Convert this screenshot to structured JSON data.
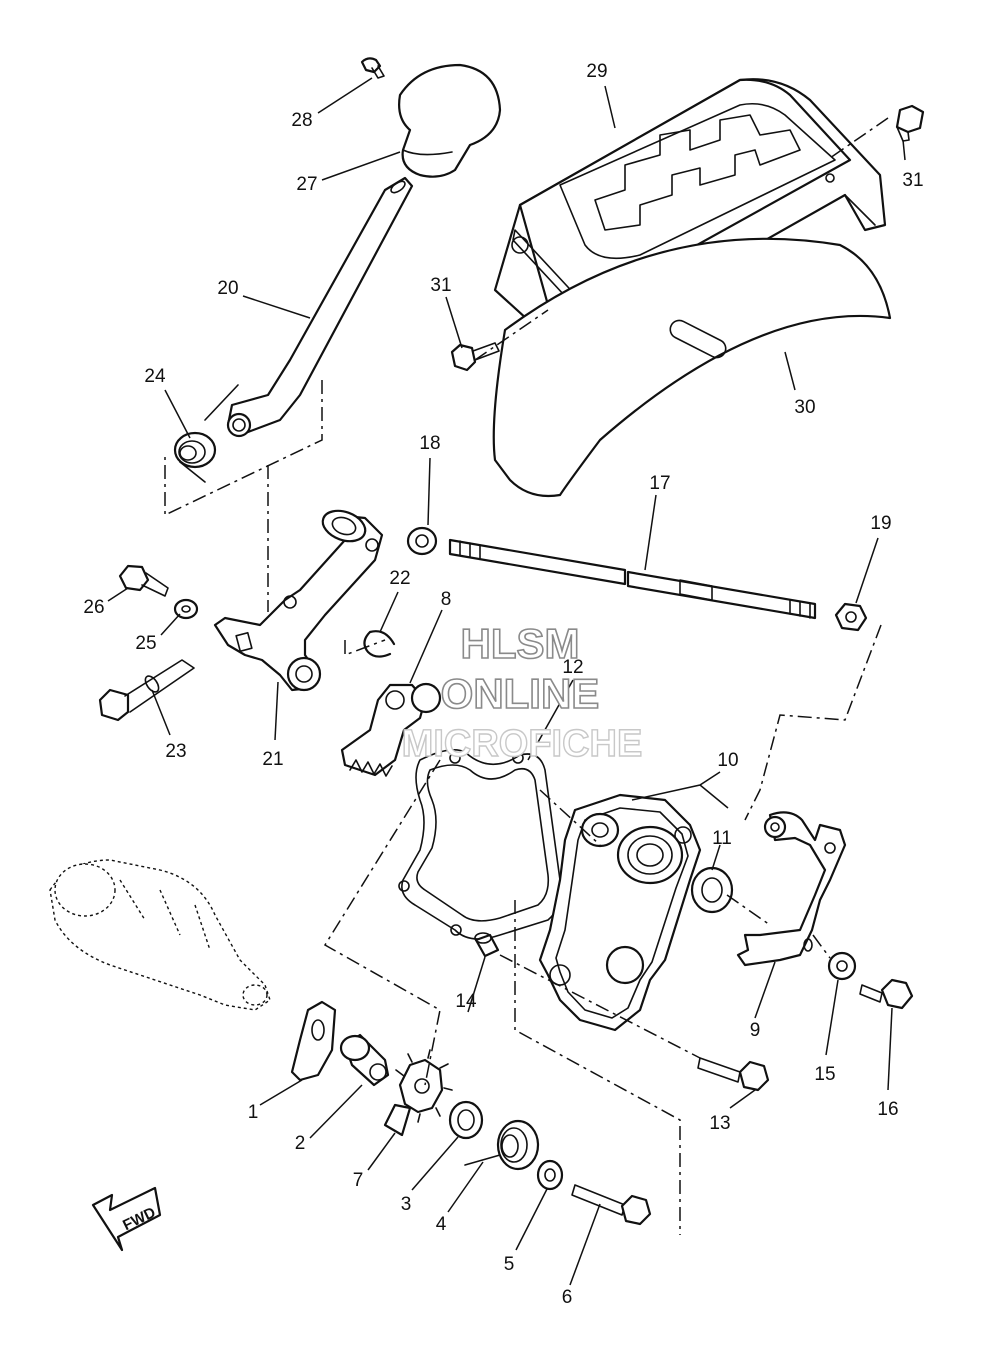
{
  "watermark": {
    "line1": "HLSM",
    "line2": "ONLINE",
    "line3": "MICROFICHE"
  },
  "direction_label": "FWD",
  "callouts": [
    "1",
    "2",
    "3",
    "4",
    "5",
    "6",
    "7",
    "8",
    "9",
    "10",
    "11",
    "12",
    "13",
    "14",
    "15",
    "16",
    "17",
    "18",
    "19",
    "20",
    "21",
    "22",
    "23",
    "24",
    "25",
    "26",
    "27",
    "28",
    "29",
    "30",
    "31",
    "31"
  ]
}
